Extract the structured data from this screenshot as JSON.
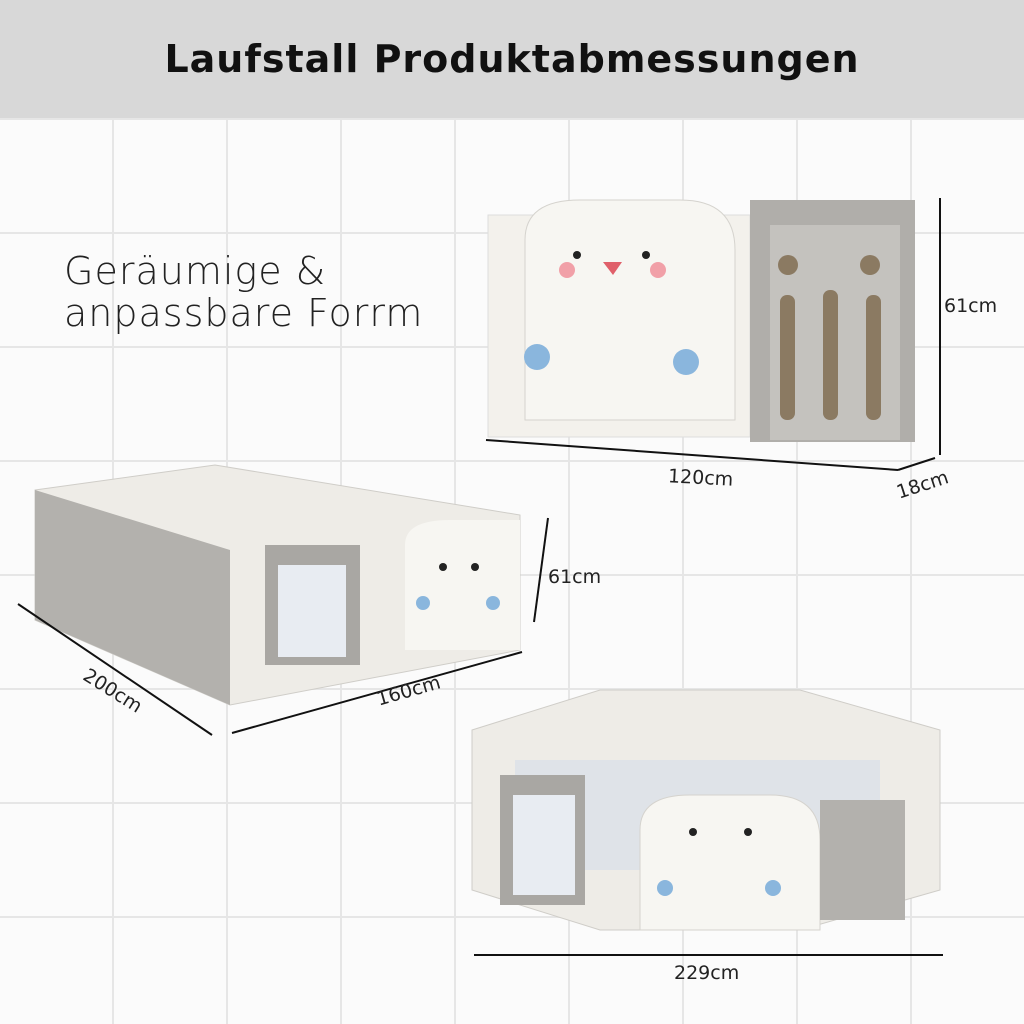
{
  "header": {
    "title": "Laufstall Produktabmessungen"
  },
  "tagline": {
    "line1": "Geräumige &",
    "line2": "anpassbare Forrm"
  },
  "dimensions": {
    "side_view_height": "61cm",
    "side_view_width": "120cm",
    "side_view_depth": "18cm",
    "rect_height": "61cm",
    "rect_length": "200cm",
    "rect_width": "160cm",
    "octagon_diameter": "229cm"
  },
  "colors": {
    "header_bg": "#d8d8d8",
    "panel_white": "#f3f1ec",
    "panel_gray": "#a9a7a3"
  }
}
